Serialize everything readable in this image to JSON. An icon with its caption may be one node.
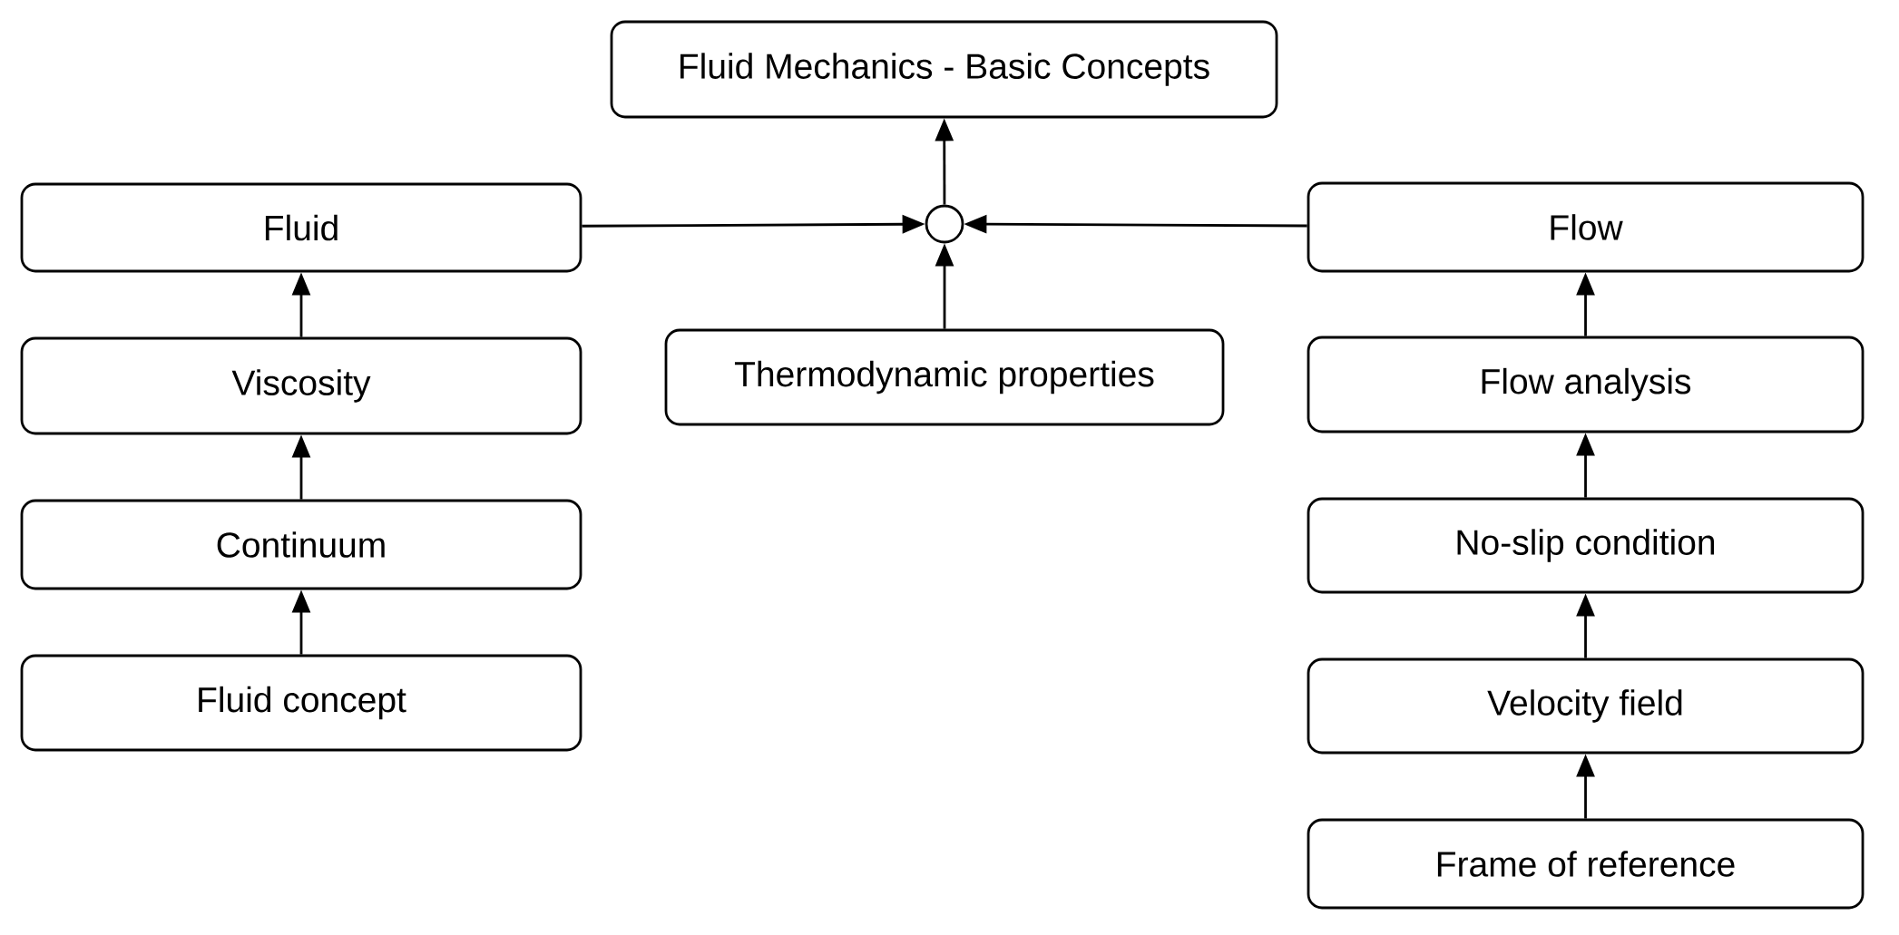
{
  "diagram": {
    "nodes": [
      {
        "text": [
          "Fluid Mechanics - Basic Concepts"
        ]
      },
      {
        "text": [
          "Fluid"
        ]
      },
      {
        "text": [],
        "shape": "circle"
      },
      {
        "text": [
          "Flow"
        ]
      },
      {
        "text": [
          "Viscosity"
        ]
      },
      {
        "text": [
          "Thermodynamic properties"
        ]
      },
      {
        "text": [
          "Flow analysis"
        ]
      },
      {
        "text": [
          "Continuum"
        ]
      },
      {
        "text": [
          "No-slip condition"
        ]
      },
      {
        "text": [
          "Fluid concept"
        ]
      },
      {
        "text": [
          "Velocity field"
        ]
      },
      {
        "text": [
          "Frame of reference"
        ]
      }
    ],
    "edges": [
      {
        "from": 2,
        "to": 0,
        "arrow": "to"
      },
      {
        "from": 1,
        "to": 2,
        "arrow": "to"
      },
      {
        "from": 3,
        "to": 2,
        "arrow": "to"
      },
      {
        "from": 5,
        "to": 2,
        "arrow": "to"
      },
      {
        "from": 4,
        "to": 1,
        "arrow": "to"
      },
      {
        "from": 7,
        "to": 4,
        "arrow": "to"
      },
      {
        "from": 9,
        "to": 7,
        "arrow": "to"
      },
      {
        "from": 6,
        "to": 3,
        "arrow": "to"
      },
      {
        "from": 8,
        "to": 6,
        "arrow": "to"
      },
      {
        "from": 10,
        "to": 8,
        "arrow": "to"
      },
      {
        "from": 11,
        "to": 10,
        "arrow": "to"
      }
    ]
  }
}
